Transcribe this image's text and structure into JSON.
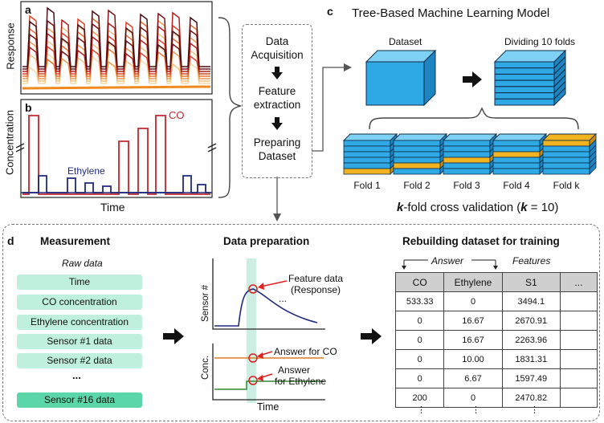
{
  "colors": {
    "co": "#c1272d",
    "ethylene": "#1f2a7c",
    "cube": "#2fa8e6",
    "fold_highlight": "#f2b321",
    "green_band": "#cdeee2",
    "raw_light": "#bff0de",
    "raw_dark": "#5ad6a8"
  },
  "panel_a": {
    "letter": "a",
    "ylabel": "Response"
  },
  "panel_b": {
    "letter": "b",
    "ylabel": "Concentration",
    "co_label": "CO",
    "ethylene_label": "Ethylene",
    "xlabel": "Time"
  },
  "flow": {
    "steps": [
      "Data Acquisition",
      "Feature extraction",
      "Preparing Dataset"
    ]
  },
  "panel_c": {
    "letter": "c",
    "title": "Tree-Based Machine Learning Model",
    "dataset_label": "Dataset",
    "divided_label": "Dividing 10 folds",
    "folds": [
      "Fold 1",
      "Fold 2",
      "Fold 3",
      "Fold 4",
      "Fold k"
    ],
    "cv_label_k": "k",
    "cv_label_mid": "-fold cross validation (",
    "cv_label_k2": "k",
    "cv_label_end": " = 10)"
  },
  "panel_d": {
    "letter": "d",
    "measurement_title": "Measurement",
    "raw_data_label": "Raw data",
    "raw_items": [
      "Time",
      "CO concentration",
      "Ethylene concentration",
      "Sensor #1 data",
      "Sensor #2 data"
    ],
    "ellipsis": "...",
    "last_item": "Sensor #16 data",
    "prep_title": "Data preparation",
    "sensor_axis": "Sensor #",
    "conc_axis": "Conc.",
    "time_axis": "Time",
    "feature_label": "Feature data",
    "feature_sub": "(Response)",
    "answer_co": "Answer for CO",
    "answer_eth_1": "Answer",
    "answer_eth_2": "for Ethylene",
    "rebuild_title": "Rebuilding dataset for training",
    "answer_header": "Answer",
    "features_header": "Features",
    "table": {
      "columns": [
        "CO",
        "Ethylene",
        "S1",
        "..."
      ],
      "rows": [
        [
          "533.33",
          "0",
          "3494.1"
        ],
        [
          "0",
          "16.67",
          "2670.91"
        ],
        [
          "0",
          "16.67",
          "2263.96"
        ],
        [
          "0",
          "10.00",
          "1831.31"
        ],
        [
          "0",
          "6.67",
          "1597.49"
        ],
        [
          "200",
          "0",
          "2470.82"
        ]
      ]
    }
  }
}
